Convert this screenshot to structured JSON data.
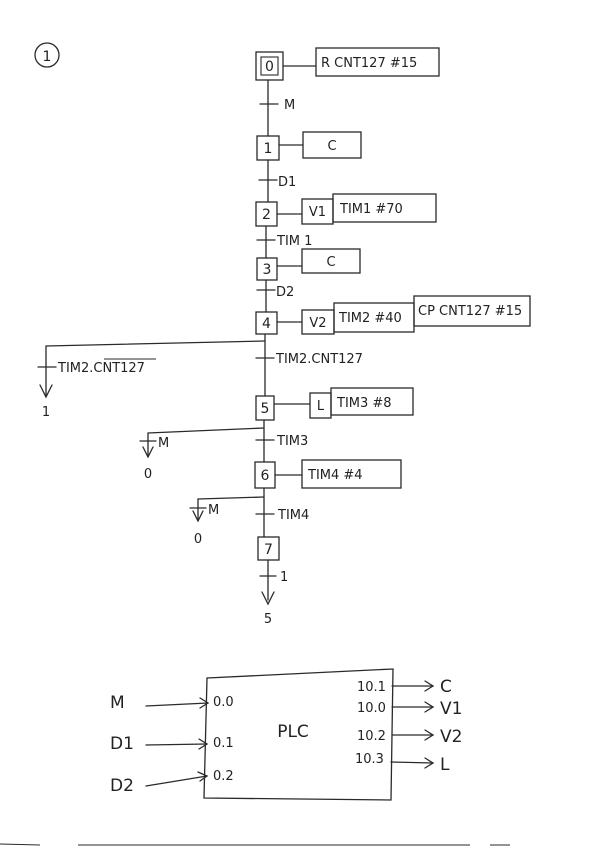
{
  "sheet_number": "1",
  "steps": [
    {
      "id": "0",
      "actions": [
        "R CNT127 #15"
      ]
    },
    {
      "id": "1",
      "actions": [
        "C"
      ]
    },
    {
      "id": "2",
      "actions": [
        "V1",
        "TIM1 #70"
      ]
    },
    {
      "id": "3",
      "actions": [
        "C"
      ]
    },
    {
      "id": "4",
      "actions": [
        "V2",
        "TIM2 #40",
        "CP CNT127 #15"
      ]
    },
    {
      "id": "5",
      "actions": [
        "L",
        "TIM3 #8"
      ]
    },
    {
      "id": "6",
      "actions": [
        "TIM4 #4"
      ]
    },
    {
      "id": "7",
      "actions": []
    }
  ],
  "transitions": {
    "t0_1": "M",
    "t1_2": "D1",
    "t2_3": "TIM 1",
    "t3_4": "D2",
    "t4_5": "TIM2.CNT127",
    "t4_branch": "TIM2.CNT127",
    "t4_branch_target": "1",
    "t5_6": "TIM3",
    "t5_branch": "M",
    "t5_branch_target": "0",
    "t6_7": "TIM4",
    "t6_branch": "M",
    "t6_branch_target": "0",
    "t7_out": "1",
    "t7_target": "5"
  },
  "plc": {
    "title": "PLC",
    "inputs": [
      {
        "signal": "M",
        "address": "0.0"
      },
      {
        "signal": "D1",
        "address": "0.1"
      },
      {
        "signal": "D2",
        "address": "0.2"
      }
    ],
    "outputs": [
      {
        "address": "10.1",
        "signal": "C"
      },
      {
        "address": "10.0",
        "signal": "V1"
      },
      {
        "address": "10.2",
        "signal": "V2"
      },
      {
        "address": "10.3",
        "signal": "L"
      }
    ]
  }
}
